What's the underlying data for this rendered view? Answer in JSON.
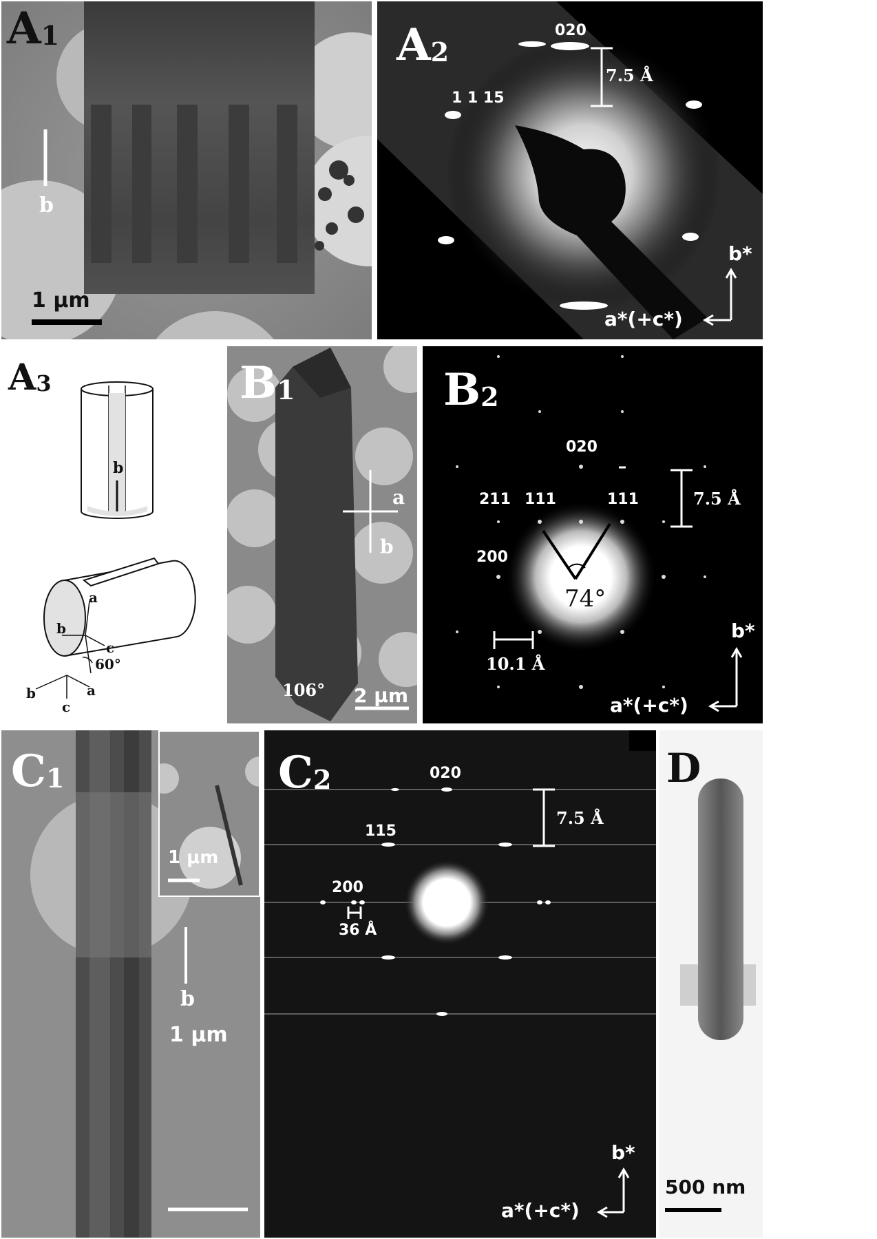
{
  "figure": {
    "panel_a1": {
      "label_letter": "A",
      "label_index": "1",
      "axis_label": "b",
      "scale_text": "1 μm"
    },
    "panel_a2": {
      "label_letter": "A",
      "label_index": "2",
      "reflections": [
        "020",
        "1 1 15"
      ],
      "spacing": "7.5 Å",
      "axis_vertical": "b*",
      "axis_horizontal": "a*(+c*)"
    },
    "panel_a3": {
      "label_letter": "A",
      "label_index": "3",
      "top_axis": "b",
      "bottom_labels": {
        "a_top": "a",
        "b_top": "b",
        "c_top": "c",
        "angle": "60°",
        "b_bot": "b",
        "a_bot": "a",
        "c_bot": "c"
      }
    },
    "panel_b1": {
      "label_letter": "B",
      "label_index": "1",
      "axis_a": "a",
      "axis_b": "b",
      "angle": "106°",
      "scale_text": "2 μm"
    },
    "panel_b2": {
      "label_letter": "B",
      "label_index": "2",
      "reflections": [
        "020",
        "211",
        "111",
        "111",
        "200"
      ],
      "spacing_vertical": "7.5 Å",
      "spacing_horizontal": "10.1 Å",
      "angle": "74°",
      "axis_vertical": "b*",
      "axis_horizontal": "a*(+c*)"
    },
    "panel_c1": {
      "label_letter": "C",
      "label_index": "1",
      "inset_scale_text": "1 μm",
      "axis_label": "b",
      "scale_text": "1 μm"
    },
    "panel_c2": {
      "label_letter": "C",
      "label_index": "2",
      "reflections": [
        "020",
        "115",
        "200"
      ],
      "spacing_vertical": "7.5 Å",
      "spacing_horizontal": "36 Å",
      "axis_vertical": "b*",
      "axis_horizontal": "a*(+c*)"
    },
    "panel_d": {
      "label_letter": "D",
      "scale_text": "500 nm"
    }
  }
}
